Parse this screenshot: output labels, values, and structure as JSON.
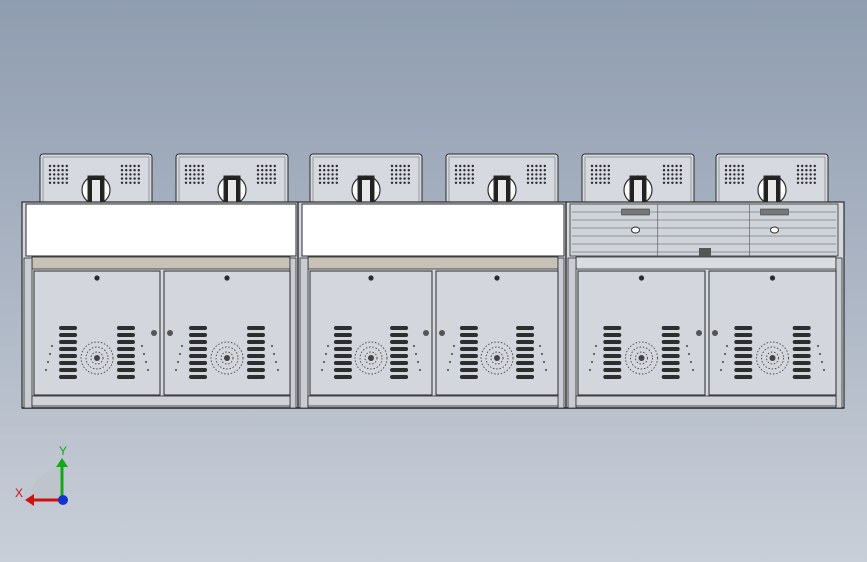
{
  "colors": {
    "background_top": "#8f9db0",
    "background_bottom": "#c9cfd8",
    "line": "#2b2b2b",
    "panel_fill": "#d6d9df",
    "desk_top": "#ffffff",
    "shelf": "#c7c1b8",
    "axis_x": "#cc1111",
    "axis_y": "#11aa11",
    "axis_z": "#1133cc"
  },
  "assembly": {
    "modules": [
      {
        "name": "console-module-1",
        "style": "solid"
      },
      {
        "name": "console-module-2",
        "style": "solid"
      },
      {
        "name": "console-module-3",
        "style": "wireframe"
      }
    ],
    "monitors_per_module": 2,
    "doors_per_module": 2
  },
  "triad": {
    "x_label": "X",
    "y_label": "Y",
    "x_icon": "x-axis-arrow-icon",
    "y_icon": "y-axis-arrow-icon",
    "z_icon": "z-axis-dot-icon"
  }
}
